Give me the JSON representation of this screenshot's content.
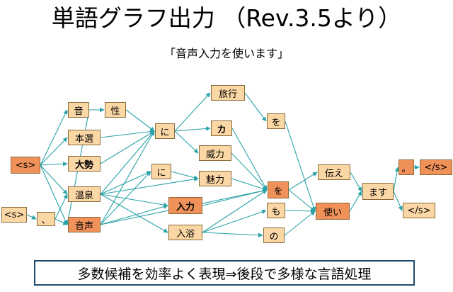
{
  "title": "単語グラフ出力 （Rev.3.5より）",
  "subtitle": "「音声入力を使います」",
  "footer": "多数候補を効率よく表現⇒後段で多様な言語処理",
  "colors": {
    "light": "#fbd7a6",
    "dark": "#f0915a",
    "edge": "#2aa3a8"
  },
  "graph": {
    "nodes": [
      {
        "id": "s1",
        "label": "<s>",
        "style": "dark"
      },
      {
        "id": "s2",
        "label": "<s>",
        "style": "light"
      },
      {
        "id": "comma1",
        "label": "、",
        "style": "light"
      },
      {
        "id": "oto",
        "label": "音",
        "style": "light"
      },
      {
        "id": "sei",
        "label": "性",
        "style": "light"
      },
      {
        "id": "honsen",
        "label": "本選",
        "style": "light"
      },
      {
        "id": "taisei",
        "label": "大勢",
        "style": "light",
        "bold": true
      },
      {
        "id": "onsen",
        "label": "温泉",
        "style": "light"
      },
      {
        "id": "onsei",
        "label": "音声",
        "style": "dark"
      },
      {
        "id": "ni1",
        "label": "に",
        "style": "light"
      },
      {
        "id": "ni2",
        "label": "に",
        "style": "light"
      },
      {
        "id": "nyuryoku",
        "label": "入力",
        "style": "dark",
        "bold": true
      },
      {
        "id": "nyuyoku",
        "label": "入浴",
        "style": "light"
      },
      {
        "id": "ryoko",
        "label": "旅行",
        "style": "light"
      },
      {
        "id": "chikara",
        "label": "カ",
        "style": "light",
        "bold": true
      },
      {
        "id": "iryoku",
        "label": "威力",
        "style": "light"
      },
      {
        "id": "miryoku",
        "label": "魅力",
        "style": "light"
      },
      {
        "id": "wo1",
        "label": "を",
        "style": "light"
      },
      {
        "id": "wo2",
        "label": "を",
        "style": "dark"
      },
      {
        "id": "mo",
        "label": "も",
        "style": "light"
      },
      {
        "id": "no",
        "label": "の",
        "style": "light"
      },
      {
        "id": "tsutae",
        "label": "伝え",
        "style": "light"
      },
      {
        "id": "tsukai",
        "label": "使い",
        "style": "dark"
      },
      {
        "id": "masu",
        "label": "ます",
        "style": "light"
      },
      {
        "id": "period",
        "label": "。",
        "style": "dark"
      },
      {
        "id": "es1",
        "label": "</s>",
        "style": "dark"
      },
      {
        "id": "es2",
        "label": "</s>",
        "style": "light"
      }
    ],
    "edges": [
      [
        "s1",
        "oto"
      ],
      [
        "s1",
        "honsen"
      ],
      [
        "s1",
        "taisei"
      ],
      [
        "s1",
        "onsen"
      ],
      [
        "s1",
        "onsei"
      ],
      [
        "s2",
        "comma1"
      ],
      [
        "comma1",
        "onsen"
      ],
      [
        "comma1",
        "onsei"
      ],
      [
        "oto",
        "sei"
      ],
      [
        "oto",
        "onsei"
      ],
      [
        "sei",
        "ni1"
      ],
      [
        "honsen",
        "ni1"
      ],
      [
        "taisei",
        "ni1"
      ],
      [
        "onsen",
        "ni1"
      ],
      [
        "onsei",
        "ni1"
      ],
      [
        "onsen",
        "ni2"
      ],
      [
        "onsen",
        "miryoku"
      ],
      [
        "onsen",
        "nyuryoku"
      ],
      [
        "onsen",
        "nyuyoku"
      ],
      [
        "onsei",
        "ni2"
      ],
      [
        "onsei",
        "nyuryoku"
      ],
      [
        "onsei",
        "wo2"
      ],
      [
        "ni1",
        "ryoko"
      ],
      [
        "ni1",
        "chikara"
      ],
      [
        "ni1",
        "iryoku"
      ],
      [
        "ni2",
        "miryoku"
      ],
      [
        "ryoko",
        "wo1"
      ],
      [
        "wo1",
        "tsukai"
      ],
      [
        "chikara",
        "wo2"
      ],
      [
        "iryoku",
        "wo2"
      ],
      [
        "miryoku",
        "wo2"
      ],
      [
        "nyuryoku",
        "wo2"
      ],
      [
        "nyuyoku",
        "wo2"
      ],
      [
        "nyuyoku",
        "mo"
      ],
      [
        "nyuyoku",
        "no"
      ],
      [
        "wo2",
        "tsutae"
      ],
      [
        "wo2",
        "tsukai"
      ],
      [
        "mo",
        "tsukai"
      ],
      [
        "no",
        "tsukai"
      ],
      [
        "tsutae",
        "masu"
      ],
      [
        "tsukai",
        "masu"
      ],
      [
        "masu",
        "period"
      ],
      [
        "masu",
        "es2"
      ],
      [
        "period",
        "es1"
      ]
    ]
  }
}
